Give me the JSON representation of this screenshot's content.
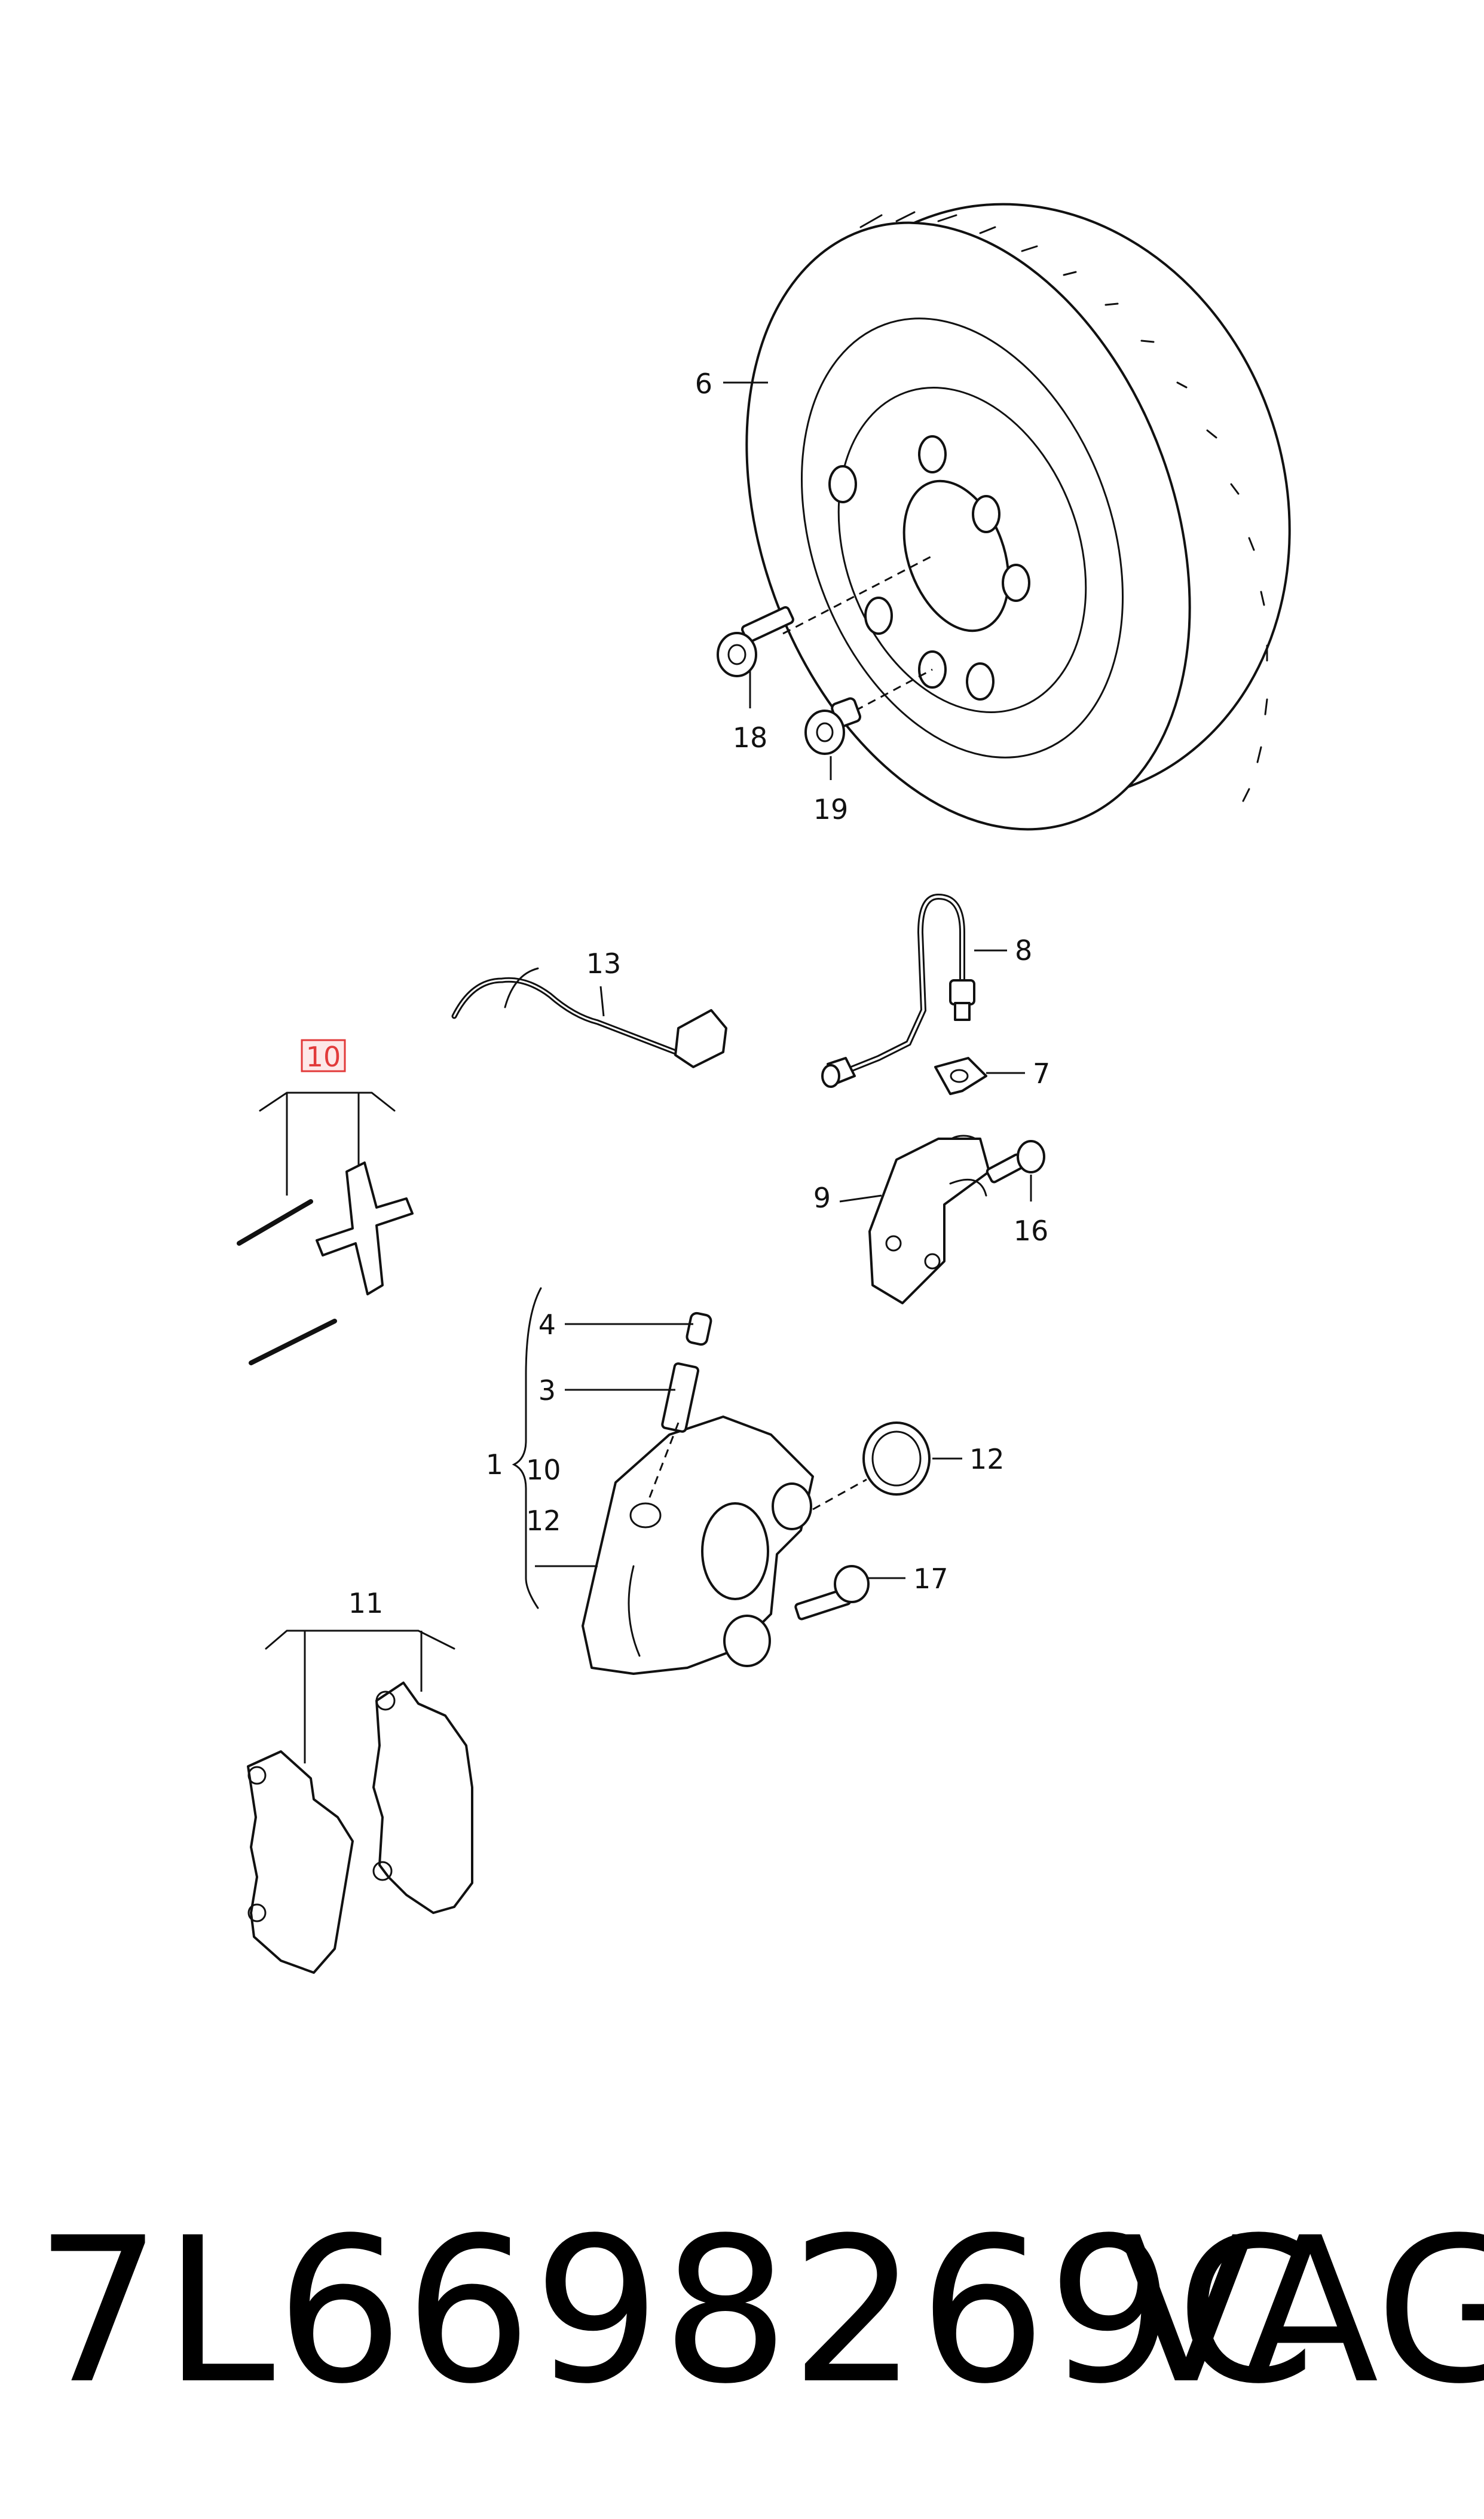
{
  "diagram": {
    "callouts": {
      "c1": "1",
      "c3": "3",
      "c4": "4",
      "c6": "6",
      "c7": "7",
      "c8": "8",
      "c9": "9",
      "c10_highlight": "10",
      "c10_group": "10",
      "c11": "11",
      "c12_right": "12",
      "c12_group": "12",
      "c13": "13",
      "c16": "16",
      "c17": "17",
      "c18": "18",
      "c19": "19"
    },
    "highlighted_callout_color": "#e23a3a"
  },
  "footer": {
    "part_number": "7L6698269C",
    "brand": "VAG"
  }
}
